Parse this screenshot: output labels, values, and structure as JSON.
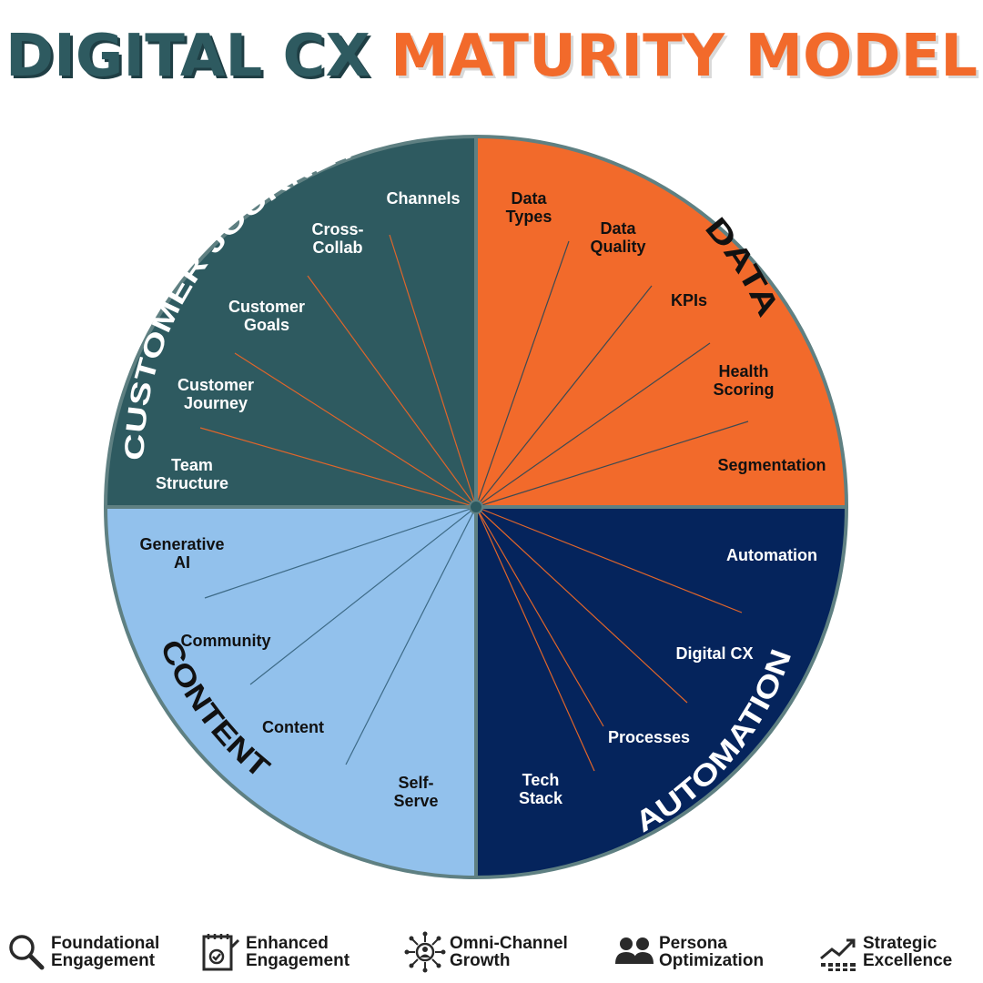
{
  "title": {
    "part1": "DIGITAL CX",
    "part2": "MATURITY MODEL"
  },
  "colors": {
    "title_dark": "#2e5a60",
    "title_orange": "#f26a2b",
    "customer_journey": "#2e5a60",
    "data": "#f26a2b",
    "automation": "#05245c",
    "content": "#92c1ec",
    "outline": "#5f8082"
  },
  "quadrants": {
    "customer_journey": {
      "label": "CUSTOMER JOURNEY",
      "items": [
        {
          "line1": "Channels",
          "line2": ""
        },
        {
          "line1": "Cross-",
          "line2": "Collab"
        },
        {
          "line1": "Customer",
          "line2": "Goals"
        },
        {
          "line1": "Customer",
          "line2": "Journey"
        },
        {
          "line1": "Team",
          "line2": "Structure"
        }
      ]
    },
    "data": {
      "label": "DATA",
      "items": [
        {
          "line1": "Data",
          "line2": "Types"
        },
        {
          "line1": "Data",
          "line2": "Quality"
        },
        {
          "line1": "KPIs",
          "line2": ""
        },
        {
          "line1": "Health",
          "line2": "Scoring"
        },
        {
          "line1": "Segmentation",
          "line2": ""
        }
      ]
    },
    "automation": {
      "label": "AUTOMATION",
      "items": [
        {
          "line1": "Automation",
          "line2": ""
        },
        {
          "line1": "Digital CX",
          "line2": ""
        },
        {
          "line1": "Processes",
          "line2": ""
        },
        {
          "line1": "Tech",
          "line2": "Stack"
        }
      ]
    },
    "content": {
      "label": "CONTENT",
      "items": [
        {
          "line1": "Generative",
          "line2": "AI"
        },
        {
          "line1": "Community",
          "line2": ""
        },
        {
          "line1": "Content",
          "line2": ""
        },
        {
          "line1": "Self-",
          "line2": "Serve"
        }
      ]
    }
  },
  "legend": [
    {
      "icon": "magnifier-icon",
      "line1": "Foundational",
      "line2": "Engagement"
    },
    {
      "icon": "checklist-notepad-icon",
      "line1": "Enhanced",
      "line2": "Engagement"
    },
    {
      "icon": "network-person-icon",
      "line1": "Omni-Channel",
      "line2": "Growth"
    },
    {
      "icon": "people-group-icon",
      "line1": "Persona",
      "line2": "Optimization"
    },
    {
      "icon": "growth-chart-icon",
      "line1": "Strategic",
      "line2": "Excellence"
    }
  ]
}
